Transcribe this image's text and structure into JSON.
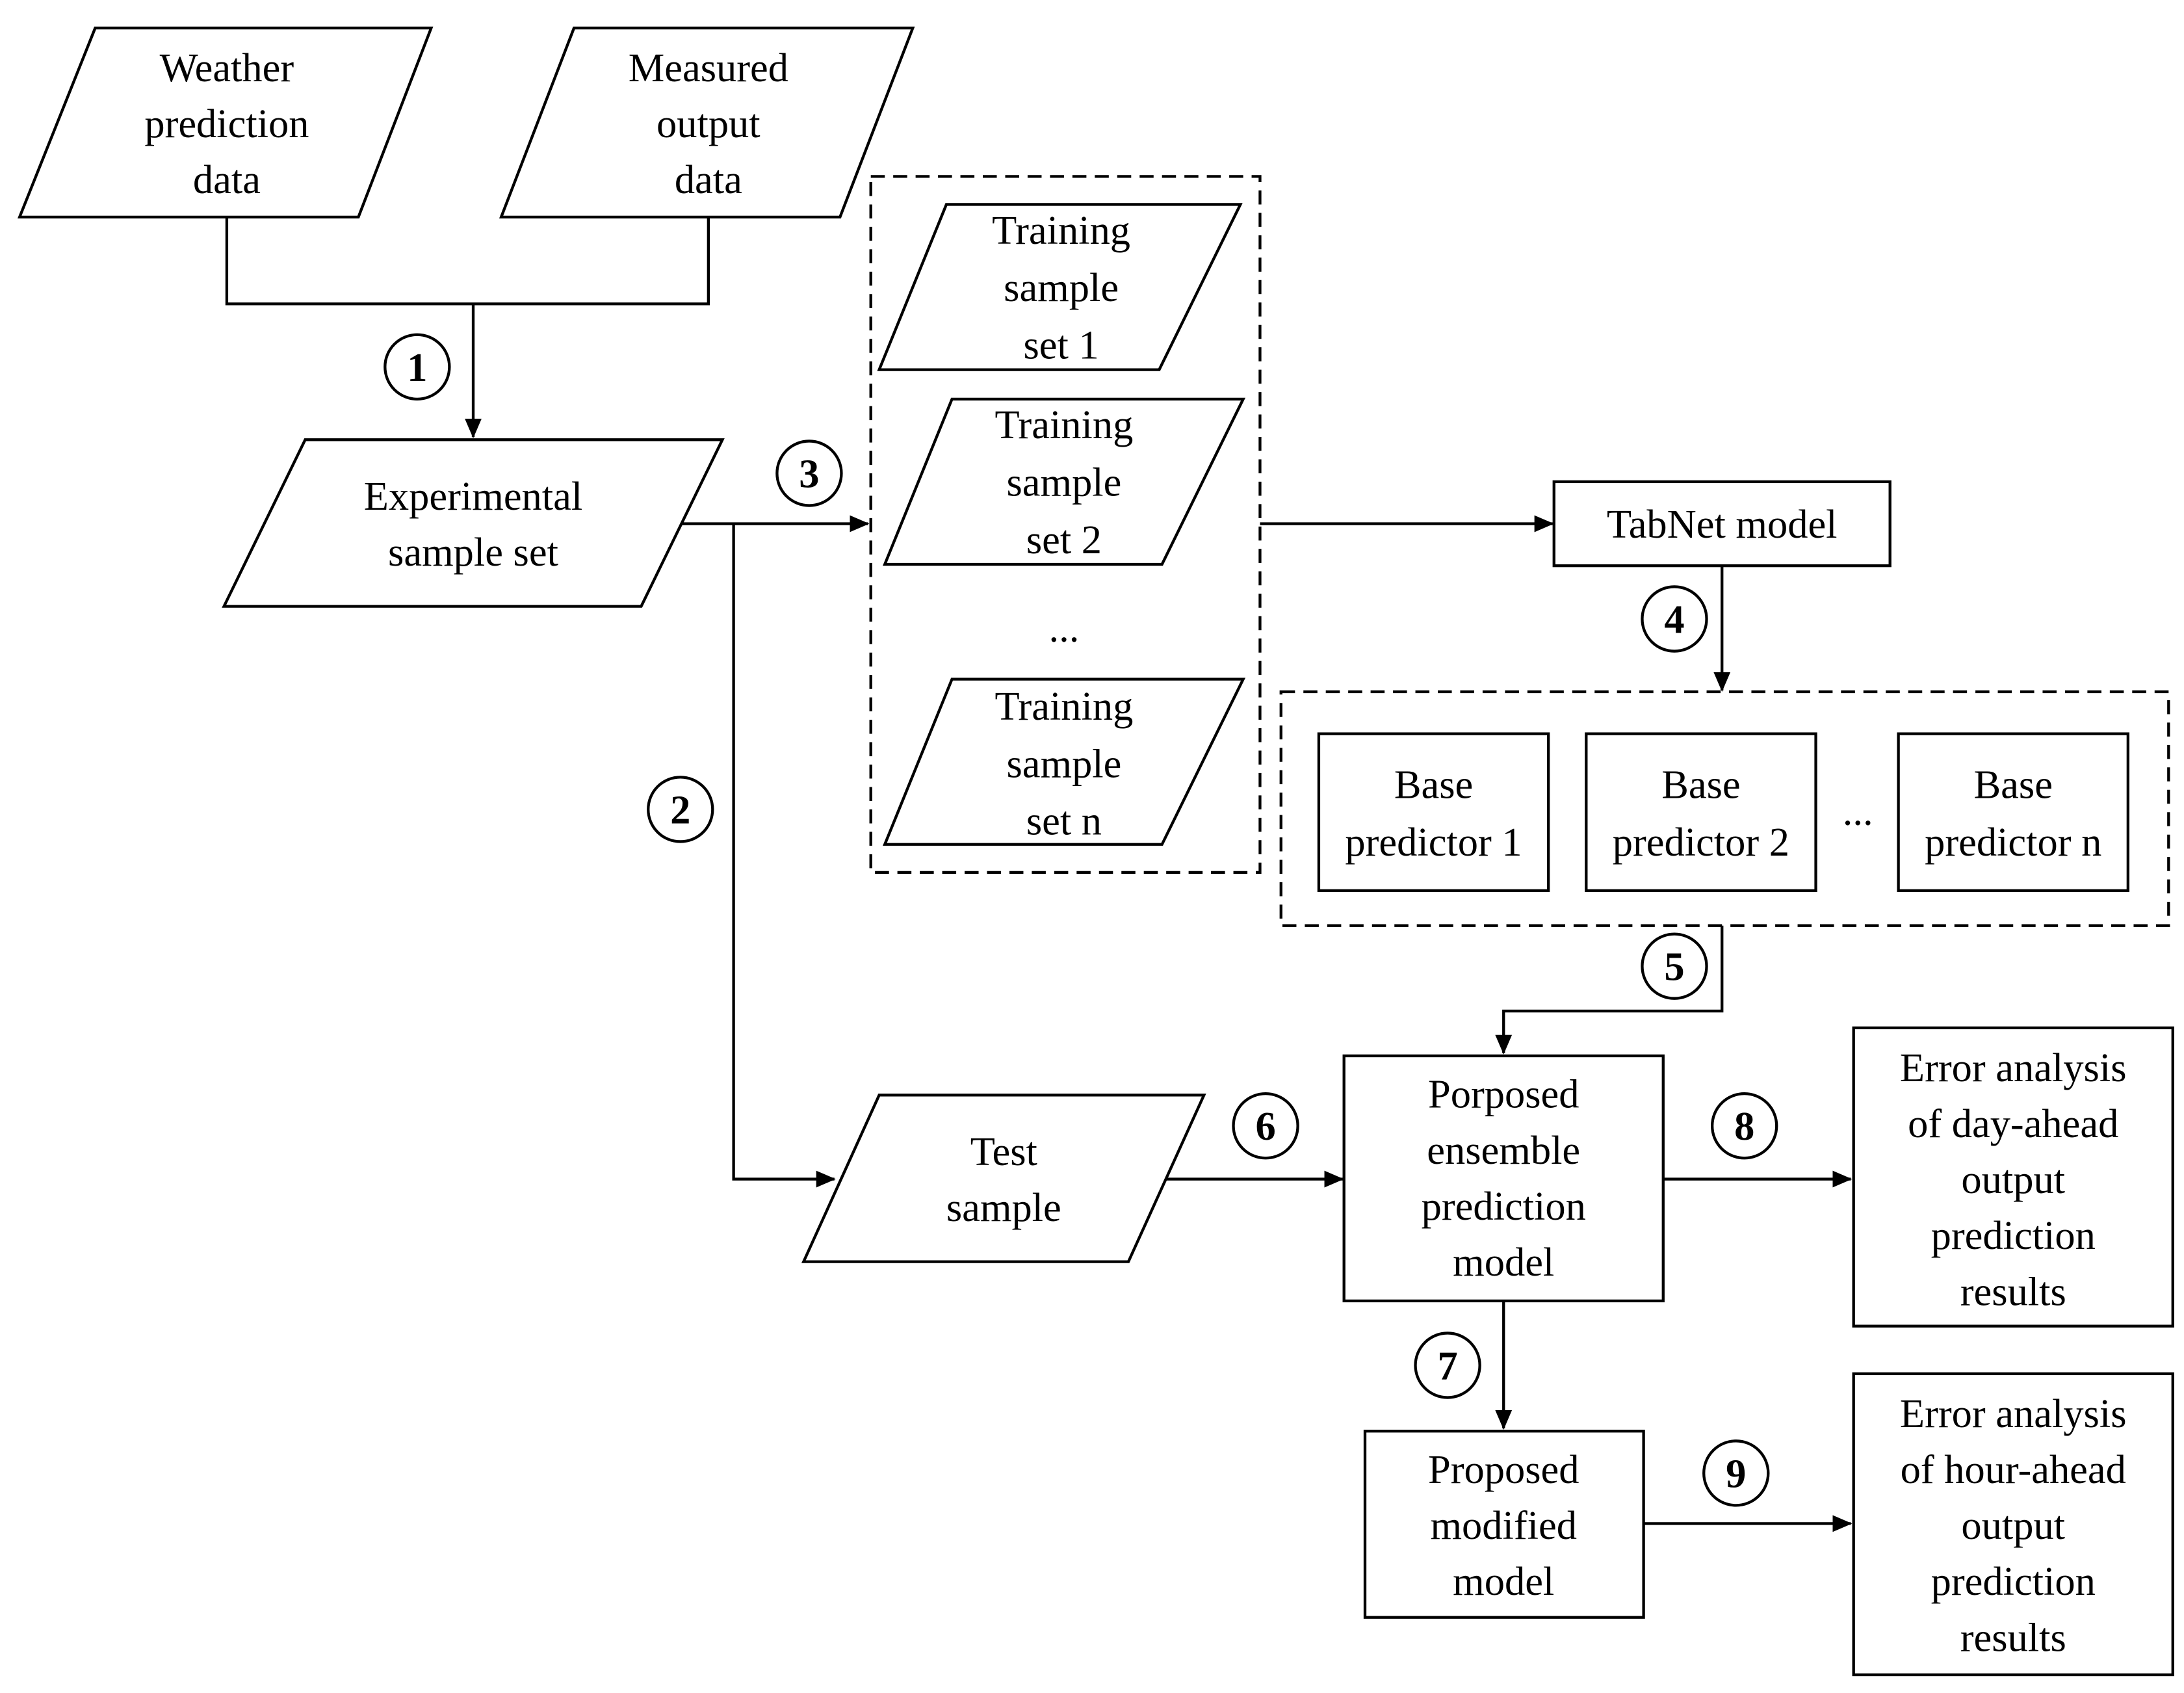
{
  "colors": {
    "stroke": "#000000",
    "fill": "#ffffff"
  },
  "nodes": {
    "weather": [
      "Weather",
      "prediction",
      "data"
    ],
    "measured": [
      "Measured",
      "output",
      "data"
    ],
    "experimental": [
      "Experimental",
      "sample set"
    ],
    "training_1": [
      "Training",
      "sample",
      "set 1"
    ],
    "training_2": [
      "Training",
      "sample",
      "set 2"
    ],
    "training_ellipsis": "...",
    "training_n": [
      "Training",
      "sample",
      "set n"
    ],
    "tabnet": "TabNet model",
    "base_1": [
      "Base",
      "predictor 1"
    ],
    "base_2": [
      "Base",
      "predictor 2"
    ],
    "base_ellipsis": "...",
    "base_n": [
      "Base",
      "predictor n"
    ],
    "test": [
      "Test",
      "sample"
    ],
    "ensemble": [
      "Porposed",
      "ensemble",
      "prediction",
      "model"
    ],
    "modified": [
      "Proposed",
      "modified",
      "model"
    ],
    "error_day": [
      "Error analysis",
      "of day-ahead",
      "output",
      "prediction",
      "results"
    ],
    "error_hour": [
      "Error analysis",
      "of hour-ahead",
      "output",
      "prediction",
      "results"
    ]
  },
  "steps": [
    "1",
    "2",
    "3",
    "4",
    "5",
    "6",
    "7",
    "8",
    "9"
  ]
}
